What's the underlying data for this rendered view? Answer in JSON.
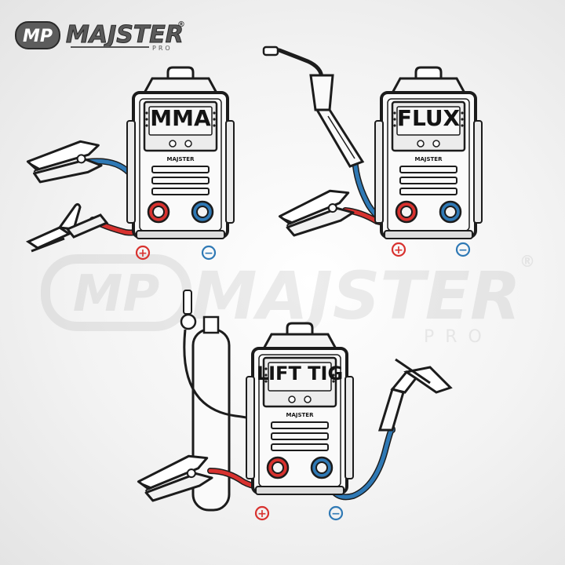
{
  "brand": {
    "logo_letters": "MP",
    "name": "MAJSTER",
    "sub": "PRO",
    "registered": "®"
  },
  "watermark": {
    "logo_letters": "MP",
    "name": "MAJSTER",
    "sub": "PRO",
    "registered": "®"
  },
  "machines": [
    {
      "mode": "MMA",
      "panel_brand": "MAJSTER",
      "plus": "+",
      "minus": "−"
    },
    {
      "mode": "FLUX",
      "panel_brand": "MAJSTER",
      "plus": "+",
      "minus": "−"
    },
    {
      "mode": "LIFT TIG",
      "panel_brand": "MAJSTER",
      "plus": "+",
      "minus": "−"
    }
  ],
  "colors": {
    "positive_cable": "#d8322f",
    "negative_cable": "#2f79b5",
    "outline": "#1c1c1c",
    "plus_sign": "#d8322f",
    "minus_sign": "#2f79b5"
  }
}
